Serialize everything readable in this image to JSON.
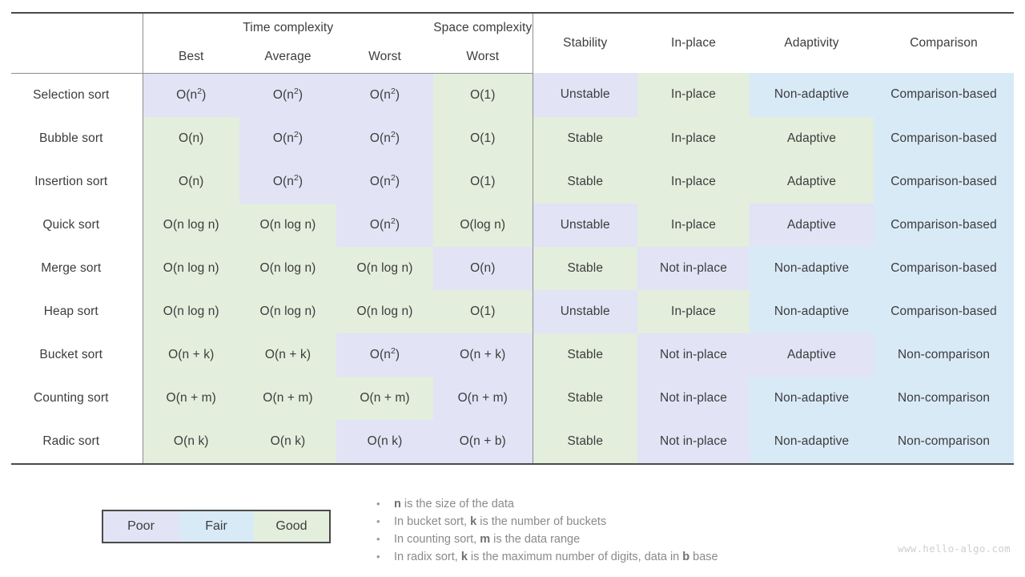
{
  "table": {
    "group_headers": [
      {
        "label": "",
        "span": 1
      },
      {
        "label": "Time complexity",
        "span": 3
      },
      {
        "label": "Space complexity",
        "span": 1
      }
    ],
    "time_group_label": "Time complexity",
    "space_group_label": "Space complexity",
    "sub_headers": {
      "algorithm": "",
      "best": "Best",
      "average": "Average",
      "worst": "Worst",
      "space_worst": "Worst"
    },
    "right_headers": {
      "stability": "Stability",
      "in_place": "In-place",
      "adaptivity": "Adaptivity",
      "comparison": "Comparison"
    },
    "rows": [
      {
        "algorithm": "Selection sort",
        "best": {
          "text": "O(n2)",
          "base": "O(n",
          "sup": "2",
          "tail": ")",
          "rating": "poor"
        },
        "average": {
          "text": "O(n2)",
          "base": "O(n",
          "sup": "2",
          "tail": ")",
          "rating": "poor"
        },
        "worst": {
          "text": "O(n2)",
          "base": "O(n",
          "sup": "2",
          "tail": ")",
          "rating": "poor"
        },
        "space": {
          "text": "O(1)",
          "base": "O(1)",
          "sup": "",
          "tail": "",
          "rating": "good"
        },
        "stability": {
          "text": "Unstable",
          "rating": "poor"
        },
        "in_place": {
          "text": "In-place",
          "rating": "good"
        },
        "adaptivity": {
          "text": "Non-adaptive",
          "rating": "fair"
        },
        "comparison": {
          "text": "Comparison-based",
          "rating": "fair"
        }
      },
      {
        "algorithm": "Bubble sort",
        "best": {
          "text": "O(n)",
          "base": "O(n)",
          "sup": "",
          "tail": "",
          "rating": "good"
        },
        "average": {
          "text": "O(n2)",
          "base": "O(n",
          "sup": "2",
          "tail": ")",
          "rating": "poor"
        },
        "worst": {
          "text": "O(n2)",
          "base": "O(n",
          "sup": "2",
          "tail": ")",
          "rating": "poor"
        },
        "space": {
          "text": "O(1)",
          "base": "O(1)",
          "sup": "",
          "tail": "",
          "rating": "good"
        },
        "stability": {
          "text": "Stable",
          "rating": "good"
        },
        "in_place": {
          "text": "In-place",
          "rating": "good"
        },
        "adaptivity": {
          "text": "Adaptive",
          "rating": "good"
        },
        "comparison": {
          "text": "Comparison-based",
          "rating": "fair"
        }
      },
      {
        "algorithm": "Insertion sort",
        "best": {
          "text": "O(n)",
          "base": "O(n)",
          "sup": "",
          "tail": "",
          "rating": "good"
        },
        "average": {
          "text": "O(n2)",
          "base": "O(n",
          "sup": "2",
          "tail": ")",
          "rating": "poor"
        },
        "worst": {
          "text": "O(n2)",
          "base": "O(n",
          "sup": "2",
          "tail": ")",
          "rating": "poor"
        },
        "space": {
          "text": "O(1)",
          "base": "O(1)",
          "sup": "",
          "tail": "",
          "rating": "good"
        },
        "stability": {
          "text": "Stable",
          "rating": "good"
        },
        "in_place": {
          "text": "In-place",
          "rating": "good"
        },
        "adaptivity": {
          "text": "Adaptive",
          "rating": "good"
        },
        "comparison": {
          "text": "Comparison-based",
          "rating": "fair"
        }
      },
      {
        "algorithm": "Quick sort",
        "best": {
          "text": "O(n log n)",
          "base": "O(n log n)",
          "sup": "",
          "tail": "",
          "rating": "good"
        },
        "average": {
          "text": "O(n log n)",
          "base": "O(n log n)",
          "sup": "",
          "tail": "",
          "rating": "good"
        },
        "worst": {
          "text": "O(n2)",
          "base": "O(n",
          "sup": "2",
          "tail": ")",
          "rating": "poor"
        },
        "space": {
          "text": "O(log n)",
          "base": "O(log n)",
          "sup": "",
          "tail": "",
          "rating": "good"
        },
        "stability": {
          "text": "Unstable",
          "rating": "poor"
        },
        "in_place": {
          "text": "In-place",
          "rating": "good"
        },
        "adaptivity": {
          "text": "Adaptive",
          "rating": "poor"
        },
        "comparison": {
          "text": "Comparison-based",
          "rating": "fair"
        }
      },
      {
        "algorithm": "Merge sort",
        "best": {
          "text": "O(n log n)",
          "base": "O(n log n)",
          "sup": "",
          "tail": "",
          "rating": "good"
        },
        "average": {
          "text": "O(n log n)",
          "base": "O(n log n)",
          "sup": "",
          "tail": "",
          "rating": "good"
        },
        "worst": {
          "text": "O(n log n)",
          "base": "O(n log n)",
          "sup": "",
          "tail": "",
          "rating": "good"
        },
        "space": {
          "text": "O(n)",
          "base": "O(n)",
          "sup": "",
          "tail": "",
          "rating": "poor"
        },
        "stability": {
          "text": "Stable",
          "rating": "good"
        },
        "in_place": {
          "text": "Not in-place",
          "rating": "poor"
        },
        "adaptivity": {
          "text": "Non-adaptive",
          "rating": "fair"
        },
        "comparison": {
          "text": "Comparison-based",
          "rating": "fair"
        }
      },
      {
        "algorithm": "Heap sort",
        "best": {
          "text": "O(n log n)",
          "base": "O(n log n)",
          "sup": "",
          "tail": "",
          "rating": "good"
        },
        "average": {
          "text": "O(n log n)",
          "base": "O(n log n)",
          "sup": "",
          "tail": "",
          "rating": "good"
        },
        "worst": {
          "text": "O(n log n)",
          "base": "O(n log n)",
          "sup": "",
          "tail": "",
          "rating": "good"
        },
        "space": {
          "text": "O(1)",
          "base": "O(1)",
          "sup": "",
          "tail": "",
          "rating": "good"
        },
        "stability": {
          "text": "Unstable",
          "rating": "poor"
        },
        "in_place": {
          "text": "In-place",
          "rating": "good"
        },
        "adaptivity": {
          "text": "Non-adaptive",
          "rating": "fair"
        },
        "comparison": {
          "text": "Comparison-based",
          "rating": "fair"
        }
      },
      {
        "algorithm": "Bucket sort",
        "best": {
          "text": "O(n + k)",
          "base": "O(n + k)",
          "sup": "",
          "tail": "",
          "rating": "good"
        },
        "average": {
          "text": "O(n + k)",
          "base": "O(n + k)",
          "sup": "",
          "tail": "",
          "rating": "good"
        },
        "worst": {
          "text": "O(n2)",
          "base": "O(n",
          "sup": "2",
          "tail": ")",
          "rating": "poor"
        },
        "space": {
          "text": "O(n + k)",
          "base": "O(n + k)",
          "sup": "",
          "tail": "",
          "rating": "poor"
        },
        "stability": {
          "text": "Stable",
          "rating": "good"
        },
        "in_place": {
          "text": "Not in-place",
          "rating": "poor"
        },
        "adaptivity": {
          "text": "Adaptive",
          "rating": "poor"
        },
        "comparison": {
          "text": "Non-comparison",
          "rating": "fair"
        }
      },
      {
        "algorithm": "Counting sort",
        "best": {
          "text": "O(n + m)",
          "base": "O(n + m)",
          "sup": "",
          "tail": "",
          "rating": "good"
        },
        "average": {
          "text": "O(n + m)",
          "base": "O(n + m)",
          "sup": "",
          "tail": "",
          "rating": "good"
        },
        "worst": {
          "text": "O(n + m)",
          "base": "O(n + m)",
          "sup": "",
          "tail": "",
          "rating": "good"
        },
        "space": {
          "text": "O(n + m)",
          "base": "O(n + m)",
          "sup": "",
          "tail": "",
          "rating": "poor"
        },
        "stability": {
          "text": "Stable",
          "rating": "good"
        },
        "in_place": {
          "text": "Not in-place",
          "rating": "poor"
        },
        "adaptivity": {
          "text": "Non-adaptive",
          "rating": "fair"
        },
        "comparison": {
          "text": "Non-comparison",
          "rating": "fair"
        }
      },
      {
        "algorithm": "Radic sort",
        "best": {
          "text": "O(n k)",
          "base": "O(n k)",
          "sup": "",
          "tail": "",
          "rating": "good"
        },
        "average": {
          "text": "O(n k)",
          "base": "O(n k)",
          "sup": "",
          "tail": "",
          "rating": "good"
        },
        "worst": {
          "text": "O(n k)",
          "base": "O(n k)",
          "sup": "",
          "tail": "",
          "rating": "poor"
        },
        "space": {
          "text": "O(n + b)",
          "base": "O(n + b)",
          "sup": "",
          "tail": "",
          "rating": "poor"
        },
        "stability": {
          "text": "Stable",
          "rating": "good"
        },
        "in_place": {
          "text": "Not in-place",
          "rating": "poor"
        },
        "adaptivity": {
          "text": "Non-adaptive",
          "rating": "fair"
        },
        "comparison": {
          "text": "Non-comparison",
          "rating": "fair"
        }
      }
    ]
  },
  "legend": {
    "items": [
      {
        "label": "Poor",
        "rating": "poor"
      },
      {
        "label": "Fair",
        "rating": "fair"
      },
      {
        "label": "Good",
        "rating": "good"
      }
    ]
  },
  "notes": {
    "bullet": "•",
    "items": [
      {
        "bold_lead": "n",
        "text": " is the size of the data",
        "prefix": "",
        "bold_mid": "",
        "suffix": ""
      },
      {
        "prefix": "In bucket sort, ",
        "bold_mid": "k",
        "suffix": " is the number of buckets"
      },
      {
        "prefix": "In counting sort, ",
        "bold_mid": "m",
        "suffix": " is the data range"
      },
      {
        "prefix": "In radix sort, ",
        "bold_mid": "k",
        "suffix": " is the maximum number of digits, data in ",
        "bold_mid2": "b",
        "suffix2": " base"
      }
    ],
    "line1_bold": "n",
    "line1_rest": "is the size of the data",
    "line2_pre": "In bucket sort,",
    "line2_bold": "k",
    "line2_post": "is the number of buckets",
    "line3_pre": "In counting sort,",
    "line3_bold": "m",
    "line3_post": "is the data range",
    "line4_pre": "In radix sort,",
    "line4_bold": "k",
    "line4_mid": "is the maximum number of digits, data in",
    "line4_bold2": "b",
    "line4_post": "base"
  },
  "watermark": "www.hello-algo.com",
  "colors": {
    "poor": "#e2e3f5",
    "fair": "#d9eaf7",
    "good": "#e3eedd",
    "rule": "#4a4a4a",
    "text": "#3c3c3c",
    "note": "#8a8a8a",
    "watermark": "#cfcfcf"
  }
}
